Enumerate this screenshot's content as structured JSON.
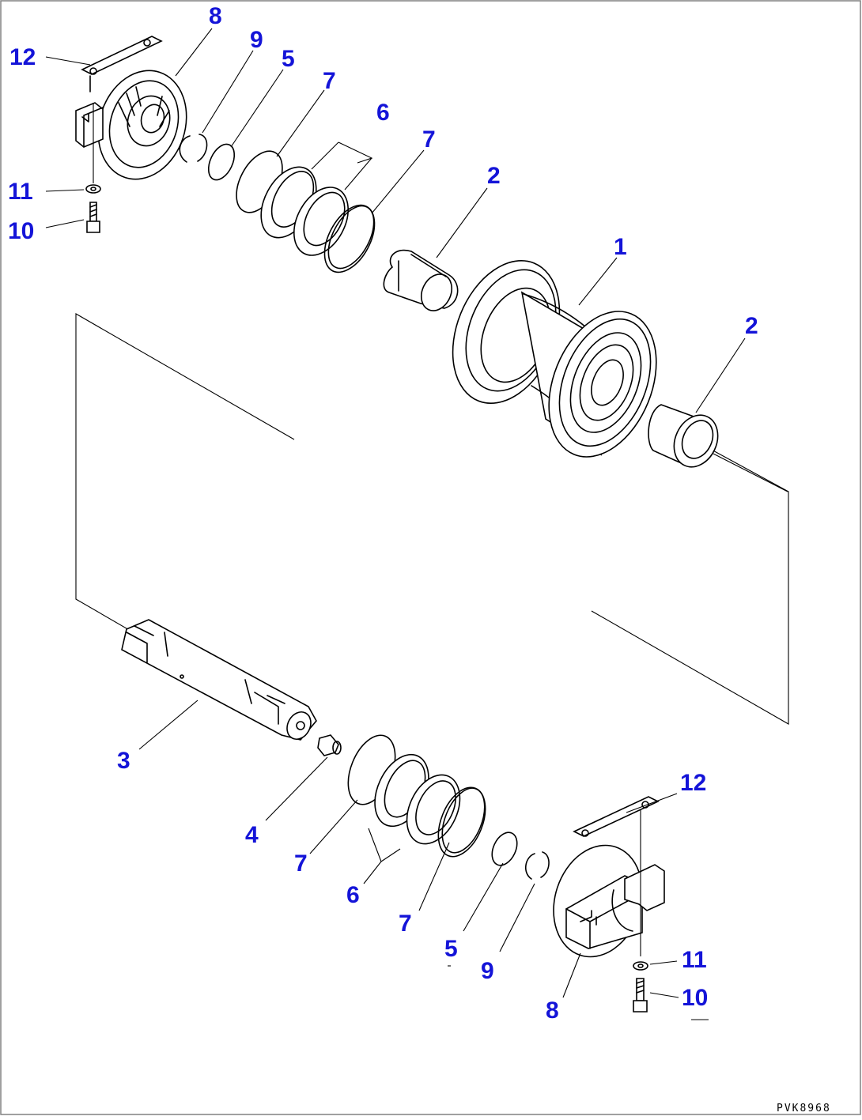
{
  "figure_code": "PVK8968",
  "labels": {
    "1": "1",
    "2a": "2",
    "2b": "2",
    "3": "3",
    "4": "4",
    "5a": "5",
    "5b": "5",
    "6a": "6",
    "6b": "6",
    "7a": "7",
    "7b": "7",
    "7c": "7",
    "7d": "7",
    "8a": "8",
    "8b": "8",
    "9a": "9",
    "9b": "9",
    "10a": "10",
    "10b": "10",
    "11a": "11",
    "11b": "11",
    "12a": "12",
    "12b": "12"
  },
  "colors": {
    "label": "#1414d8",
    "line": "#000000",
    "border": "#808080"
  }
}
